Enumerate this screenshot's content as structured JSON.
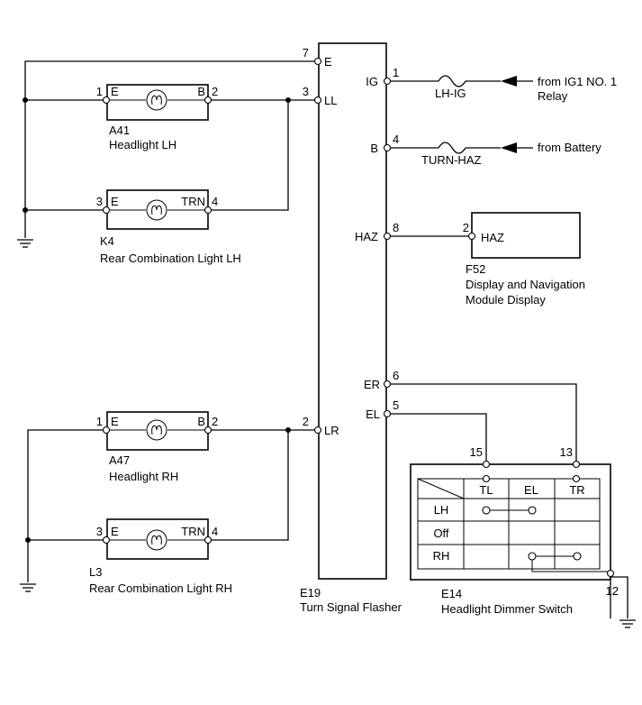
{
  "flasher": {
    "code": "E19",
    "name": "Turn Signal Flasher",
    "terminals": {
      "e": {
        "label": "E",
        "pin": "7"
      },
      "ll": {
        "label": "LL",
        "pin": "3"
      },
      "lr": {
        "label": "LR",
        "pin": "2"
      },
      "ig": {
        "label": "IG",
        "pin": "1"
      },
      "b": {
        "label": "B",
        "pin": "4"
      },
      "haz": {
        "label": "HAZ",
        "pin": "8"
      },
      "er": {
        "label": "ER",
        "pin": "6"
      },
      "el": {
        "label": "EL",
        "pin": "5"
      }
    }
  },
  "a41": {
    "code": "A41",
    "name": "Headlight LH",
    "left": {
      "pin": "1",
      "label": "E"
    },
    "right": {
      "pin": "2",
      "label": "B"
    }
  },
  "k4": {
    "code": "K4",
    "name": "Rear Combination Light LH",
    "left": {
      "pin": "3",
      "label": "E"
    },
    "right": {
      "pin": "4",
      "label": "TRN"
    }
  },
  "a47": {
    "code": "A47",
    "name": "Headlight RH",
    "left": {
      "pin": "1",
      "label": "E"
    },
    "right": {
      "pin": "2",
      "label": "B"
    }
  },
  "l3": {
    "code": "L3",
    "name": "Rear Combination Light RH",
    "left": {
      "pin": "3",
      "label": "E"
    },
    "right": {
      "pin": "4",
      "label": "TRN"
    }
  },
  "fuses": {
    "ig": {
      "label": "LH-IG",
      "source_line1": "from IG1 NO. 1",
      "source_line2": "Relay"
    },
    "b": {
      "label": "TURN-HAZ",
      "source": "from Battery"
    }
  },
  "f52": {
    "code": "F52",
    "name_line1": "Display and Navigation",
    "name_line2": "Module Display",
    "pin": "2",
    "label": "HAZ"
  },
  "e14": {
    "code": "E14",
    "name": "Headlight Dimmer Switch",
    "pins": {
      "tl": "15",
      "tr": "13",
      "ground": "12"
    },
    "columns": [
      "TL",
      "EL",
      "TR"
    ],
    "rows": [
      "LH",
      "Off",
      "RH"
    ]
  }
}
